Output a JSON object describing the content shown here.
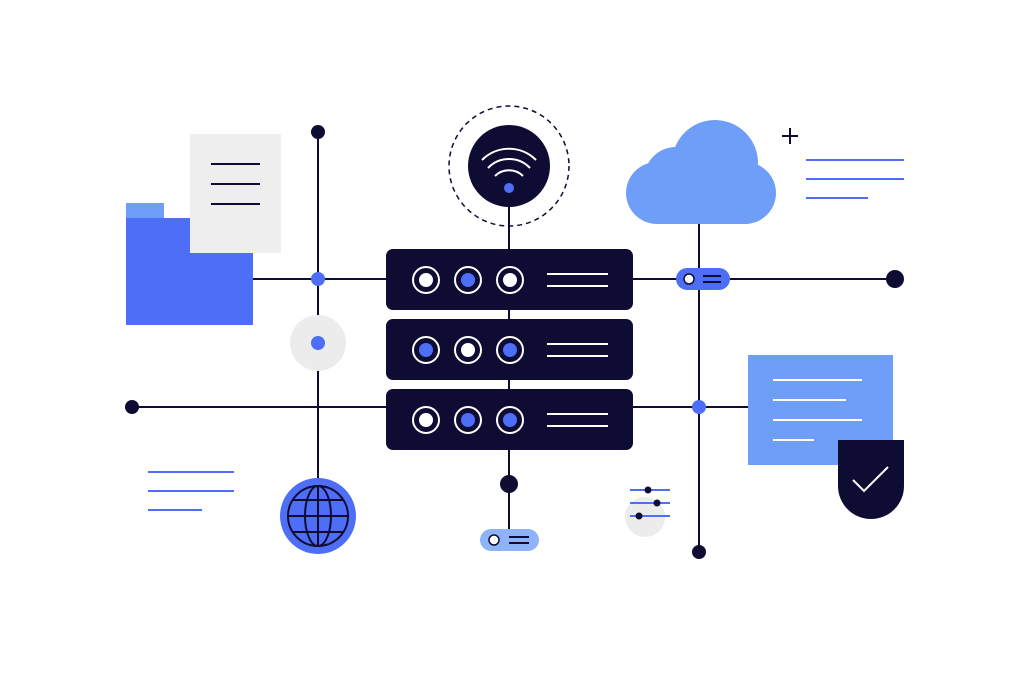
{
  "colors": {
    "background": "#ffffff",
    "navy": "#0f0c33",
    "blue": "#4f6ef7",
    "light_blue": "#6f9ef8",
    "pale_blue": "#8fb3f9",
    "paper_gray": "#eeeeee",
    "halo_gray": "#ececec",
    "white": "#ffffff"
  },
  "icons": [
    "folder-icon",
    "document-icon",
    "wifi-icon",
    "cloud-icon",
    "plus-icon",
    "server-rack-icon",
    "globe-icon",
    "filter-sliders-icon",
    "shield-check-icon",
    "toggle-pill-icon"
  ],
  "server": {
    "unit_count": 3,
    "light_pattern": [
      [
        "white",
        "blue",
        "white"
      ],
      [
        "blue",
        "white",
        "blue"
      ],
      [
        "white",
        "blue",
        "blue"
      ]
    ]
  }
}
